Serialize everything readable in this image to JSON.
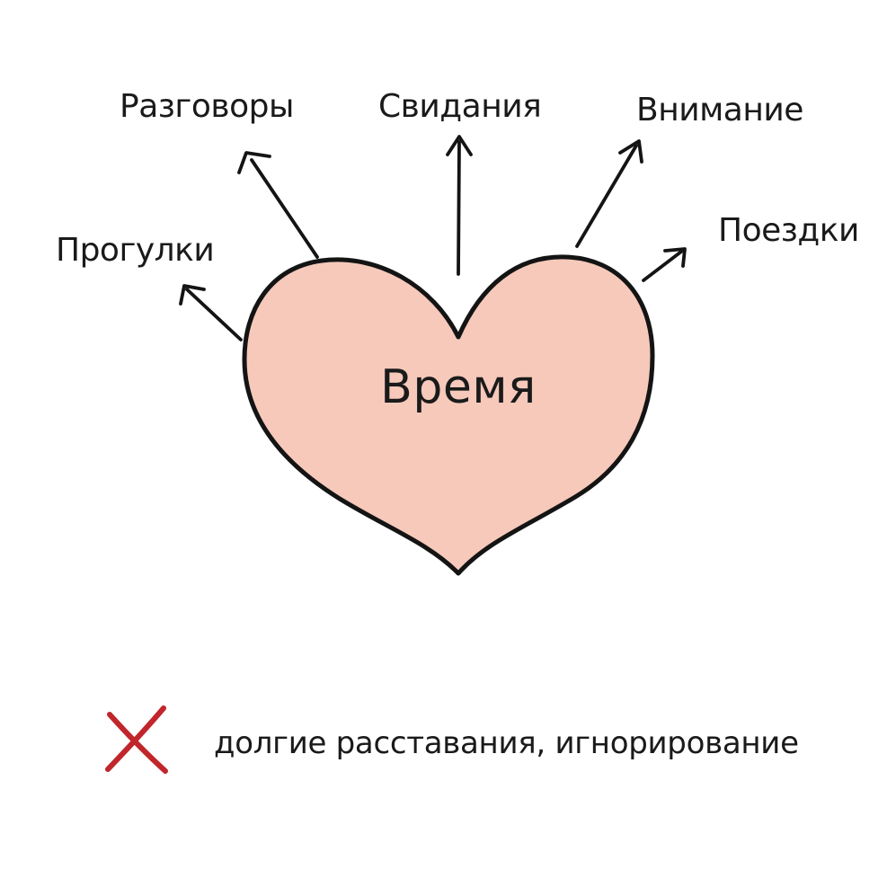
{
  "center": {
    "label": "Время"
  },
  "branches": [
    {
      "label": "Прогулки"
    },
    {
      "label": "Разговоры"
    },
    {
      "label": "Свидания"
    },
    {
      "label": "Внимание"
    },
    {
      "label": "Поездки"
    }
  ],
  "footer": {
    "mark": "cross-mark",
    "text": "долгие расставания, игнорирование"
  },
  "colors": {
    "heart_fill": "#f6c9bb",
    "outline": "#141414",
    "cross": "#c0262b"
  }
}
